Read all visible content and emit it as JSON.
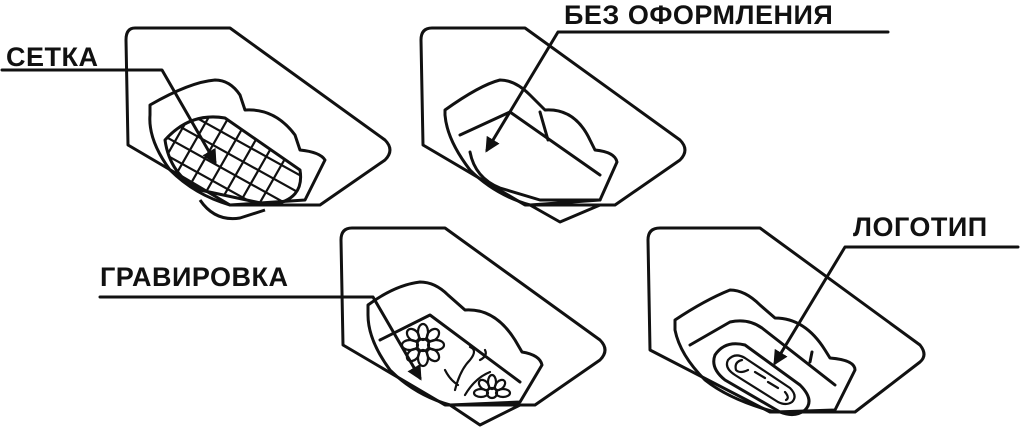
{
  "diagram": {
    "colors": {
      "stroke": "#111111",
      "background": "#ffffff"
    },
    "items": [
      {
        "id": "mesh",
        "label": "СЕТКА",
        "pattern": "diamond-grid"
      },
      {
        "id": "plain",
        "label": "БЕЗ ОФОРМЛЕНИЯ",
        "pattern": "none"
      },
      {
        "id": "engraving",
        "label": "ГРАВИРОВКА",
        "pattern": "floral"
      },
      {
        "id": "logo",
        "label": "ЛОГОТИП",
        "pattern": "logo-emboss"
      }
    ]
  }
}
